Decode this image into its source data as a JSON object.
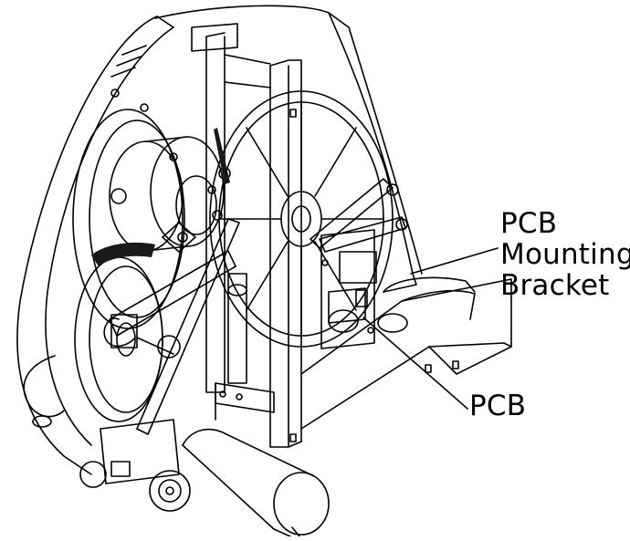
{
  "labels": {
    "bracket_line1": "PCB",
    "bracket_line2": "Mounting",
    "bracket_line3": "Bracket",
    "pcb": "PCB"
  },
  "icons": [
    "exercise-bike-housing-drawing",
    "flywheel-icon",
    "motor-assembly-icon",
    "belt-pulley-icon",
    "pcb-board-icon",
    "stabilizer-tube-icon"
  ],
  "colors": {
    "line": "#000000",
    "background": "#ffffff",
    "shade": "#1a1a1a"
  }
}
